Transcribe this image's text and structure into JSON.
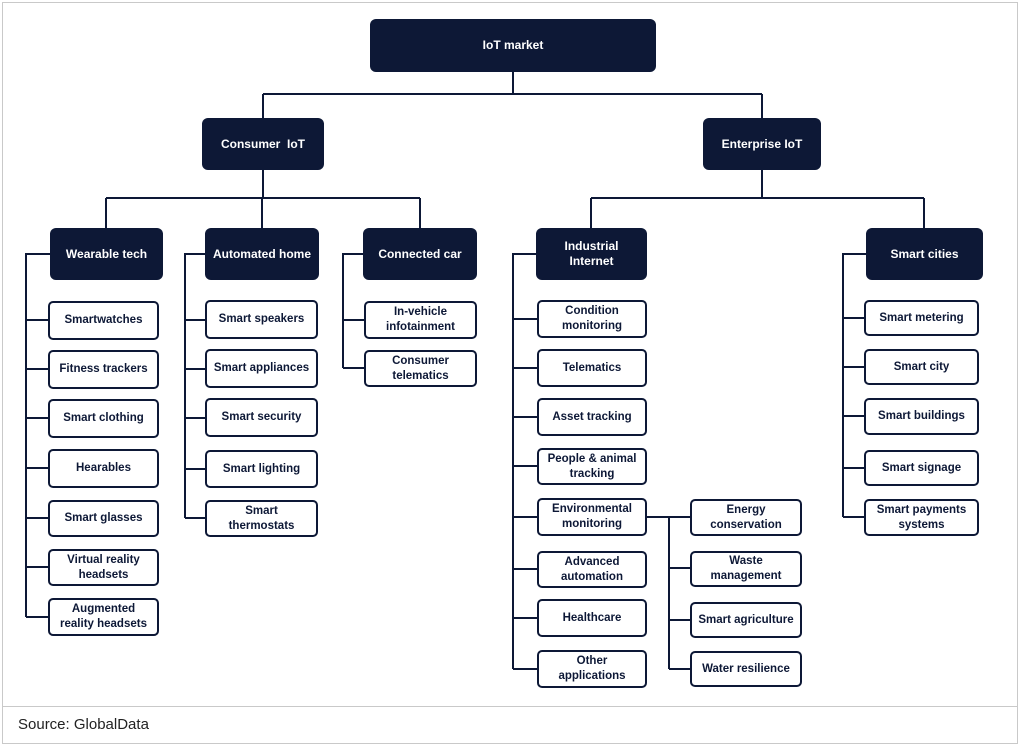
{
  "root": "IoT market",
  "consumer": {
    "label": "Consumer  IoT",
    "wearable": {
      "label": "Wearable tech",
      "items": [
        "Smartwatches",
        "Fitness trackers",
        "Smart clothing",
        "Hearables",
        "Smart glasses",
        "Virtual reality headsets",
        "Augmented reality headsets"
      ]
    },
    "home": {
      "label": "Automated home",
      "items": [
        "Smart speakers",
        "Smart appliances",
        "Smart security",
        "Smart lighting",
        "Smart thermostats"
      ]
    },
    "car": {
      "label": "Connected car",
      "items": [
        "In-vehicle infotainment",
        "Consumer telematics"
      ]
    }
  },
  "enterprise": {
    "label": "Enterprise IoT",
    "industrial": {
      "label": "Industrial Internet",
      "items": [
        "Condition monitoring",
        "Telematics",
        "Asset tracking",
        "People & animal tracking",
        "Environmental monitoring",
        "Advanced automation",
        "Healthcare",
        "Other applications"
      ],
      "environmental_sub": [
        "Energy conservation",
        "Waste management",
        "Smart agriculture",
        "Water resilience"
      ]
    },
    "cities": {
      "label": "Smart cities",
      "items": [
        "Smart metering",
        "Smart city",
        "Smart buildings",
        "Smart signage",
        "Smart payments systems"
      ]
    }
  },
  "footer": {
    "source": "Source: GlobalData"
  },
  "colors": {
    "dark_box": "#0d1836",
    "line": "#0d1836",
    "light_box_border": "#0d1836"
  }
}
